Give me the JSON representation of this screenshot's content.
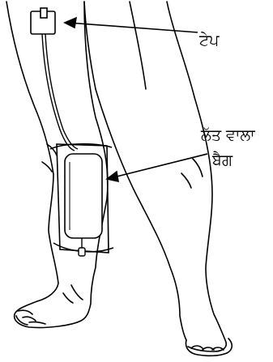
{
  "labels": {
    "tape": "ਟੇਪ",
    "leg_bag_line1": "ਲੱਤ ਵਾਲਾ",
    "leg_bag_line2": "ਬੈਗ"
  },
  "colors": {
    "ink": "#000000",
    "background": "#ffffff"
  }
}
